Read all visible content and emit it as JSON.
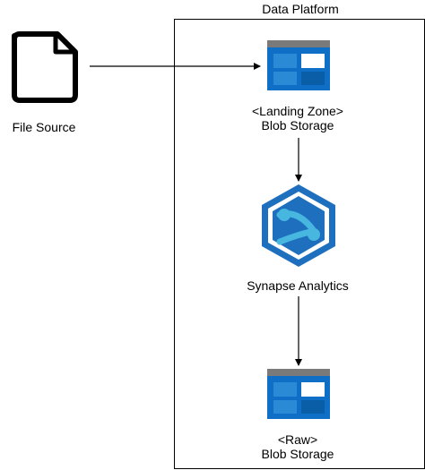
{
  "platform": {
    "title": "Data Platform"
  },
  "source": {
    "label": "File Source",
    "icon": "file-icon"
  },
  "nodes": {
    "landing": {
      "line1": "<Landing Zone>",
      "line2": "Blob Storage",
      "icon": "blob-storage-icon"
    },
    "synapse": {
      "label": "Synapse Analytics",
      "icon": "synapse-analytics-icon"
    },
    "raw": {
      "line1": "<Raw>",
      "line2": "Blob Storage",
      "icon": "blob-storage-icon"
    }
  },
  "colors": {
    "storage_header": "#7a7a7a",
    "storage_blue": "#0f6fc6",
    "storage_white": "#ffffff",
    "synapse_dark": "#1f6fbf",
    "synapse_light": "#47b7e0",
    "line": "#000000"
  }
}
